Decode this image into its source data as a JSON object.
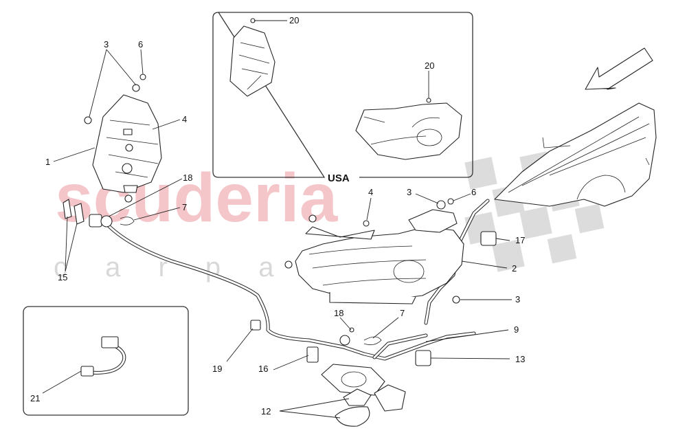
{
  "watermark": {
    "line1": "scuderia",
    "line2": "c a r   p a r t s",
    "color": "#f2b8bd"
  },
  "inset_usa": {
    "label": "USA"
  },
  "callouts": {
    "c1": "1",
    "c2": "2",
    "c3a": "3",
    "c3b": "3",
    "c3c": "3",
    "c4a": "4",
    "c4b": "4",
    "c6a": "6",
    "c6b": "6",
    "c7a": "7",
    "c7b": "7",
    "c9": "9",
    "c12": "12",
    "c13": "13",
    "c15": "15",
    "c16": "16",
    "c17": "17",
    "c18a": "18",
    "c18b": "18",
    "c19": "19",
    "c20a": "20",
    "c20b": "20",
    "c21": "21"
  }
}
